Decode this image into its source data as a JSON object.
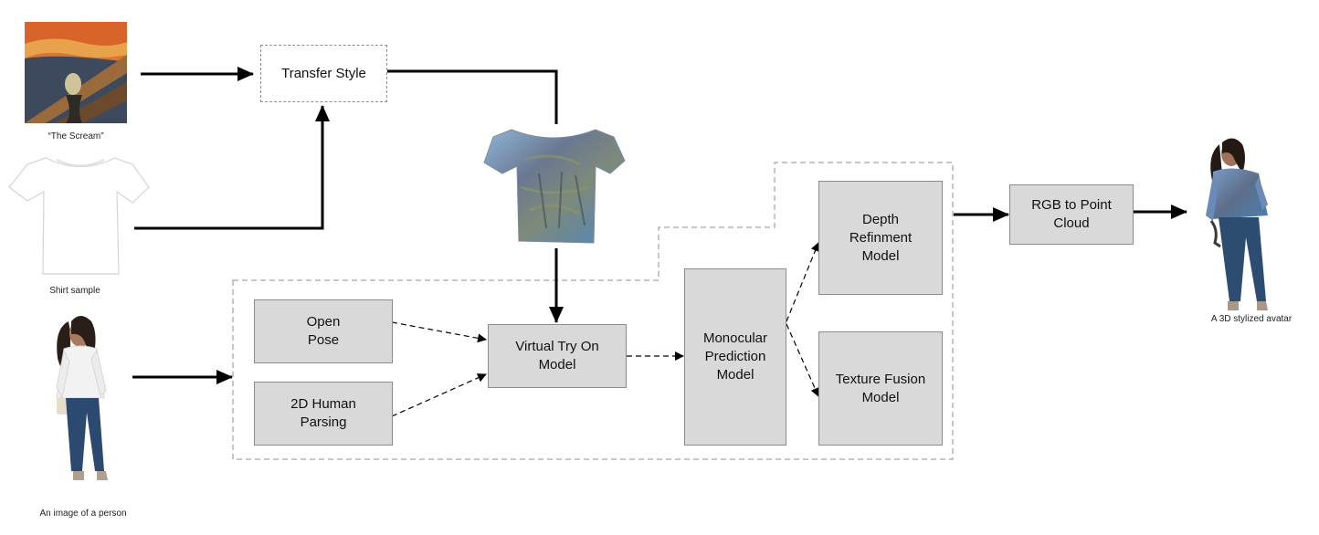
{
  "inputs": {
    "painting_caption": "“The Scream”",
    "shirt_caption": "Shirt sample",
    "person_caption": "An image of a person"
  },
  "output": {
    "avatar_caption": "A 3D stylized avatar"
  },
  "nodes": {
    "transfer_style": "Transfer Style",
    "open_pose": "Open\nPose",
    "human_parsing": "2D Human\nParsing",
    "virtual_try_on": "Virtual Try On\nModel",
    "monocular": "Monocular\nPrediction\nModel",
    "depth_refinement": "Depth\nRefinment\nModel",
    "texture_fusion": "Texture Fusion\nModel",
    "rgb_to_point_cloud": "RGB to Point\nCloud"
  },
  "colors": {
    "box_fill": "#d9d9d9",
    "box_border": "#8c8c8c",
    "arrow": "#000000",
    "dashed_region": "#8c8c8c"
  },
  "icons": [
    "scream-painting-image",
    "white-shirt-image",
    "stylized-shirt-image",
    "person-image",
    "avatar-image"
  ]
}
